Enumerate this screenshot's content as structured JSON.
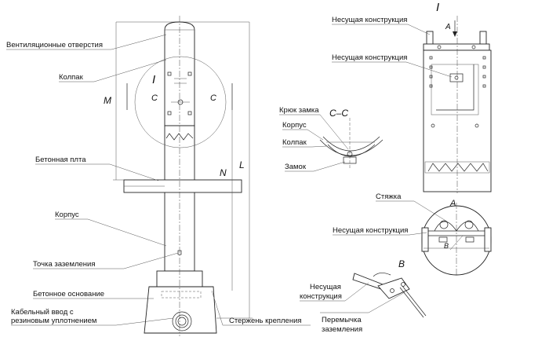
{
  "labels": {
    "vent_holes": "Вентиляционные отверстия",
    "cap": "Колпак",
    "concrete_slab": "Бетонная плта",
    "housing": "Корпус",
    "ground_point": "Точка заземления",
    "concrete_base": "Бетонное основание",
    "cable_entry_1": "Кабельный ввод с",
    "cable_entry_2": "резиновым уплотнением",
    "mount_rod": "Стержень крепления",
    "support_top": "Несущая конструкция",
    "support_mid": "Несущая конструкция",
    "lock_hook": "Крюк замка",
    "housing_cs": "Корпус",
    "cap_cs": "Колпак",
    "lock": "Замок",
    "tie": "Стяжка",
    "support_a": "Несущая конструкция",
    "support_b_1": "Несущая",
    "support_b_2": "конструкция",
    "jumper_1": "Перемычка",
    "jumper_2": "заземления"
  },
  "marks": {
    "view_i_main": "I",
    "view_i_right": "I",
    "section_c_left": "C",
    "section_c_right": "C",
    "section_cc": "C–C",
    "view_a_arrow": "A",
    "view_a_title": "A",
    "view_b": "B",
    "dim_m": "M",
    "dim_n": "N",
    "dim_l": "L"
  }
}
